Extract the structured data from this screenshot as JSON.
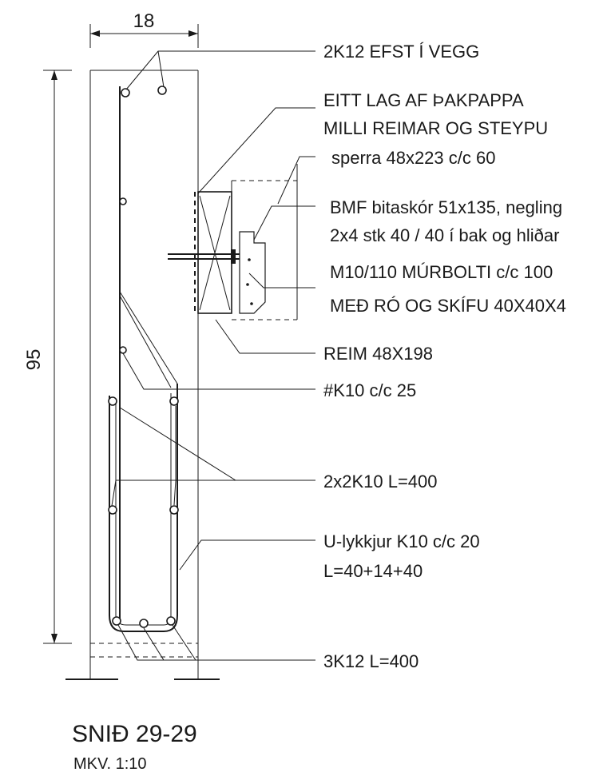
{
  "dimensions": {
    "width": "18",
    "height": "95"
  },
  "labels": {
    "top_bars": "2K12 EFST Í VEGG",
    "membrane_line1": "EITT LAG  AF ÞAKPAPPA",
    "membrane_line2": "MILLI REIMAR OG STEYPU",
    "rafter": "sperra 48x223 c/c 60",
    "hanger_line1": "BMF bitaskór 51x135, negling",
    "hanger_line2": "2x4 stk 40 / 40 í bak og hliðar",
    "bolt_line1": "M10/110 MÚRBOLTI c/c 100",
    "bolt_line2": "MEÐ RÓ OG SKÍFU 40X40X4",
    "ledger": "REIM 48X198",
    "mesh": "#K10 c/c 25",
    "long_bars": "2x2K10 L=400",
    "stirrups_line1": "U-lykkjur K10 c/c 20",
    "stirrups_line2": "L=40+14+40",
    "bottom_bars": "3K12 L=400"
  },
  "title": {
    "section": "SNIÐ 29-29",
    "scale": "MKV. 1:10"
  }
}
